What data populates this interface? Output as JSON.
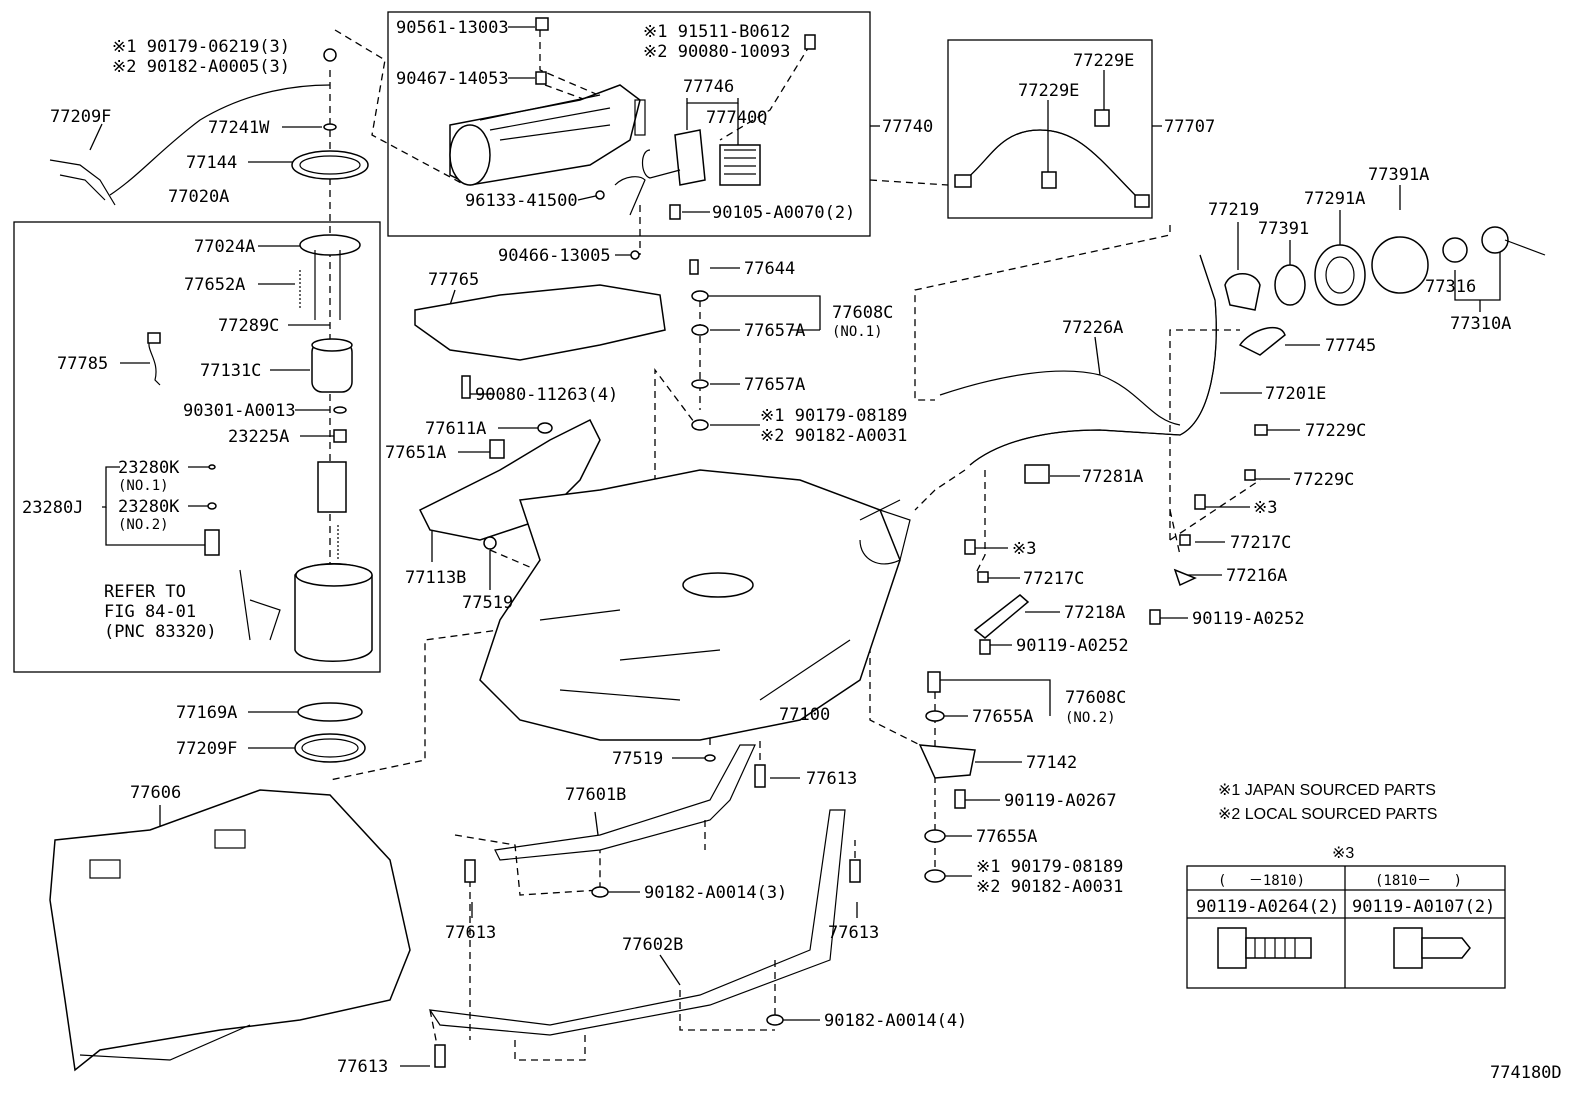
{
  "diagram_id": "774180D",
  "legend": {
    "note1": "※1 JAPAN SOURCED PARTS",
    "note2": "※2 LOCAL SOURCED PARTS",
    "note3_title": "※3",
    "table": {
      "col1_header": "(　 －1810)",
      "col2_header": "(1810－　 )",
      "col1_part": "90119-A0264(2)",
      "col2_part": "90119-A0107(2)"
    }
  },
  "labels": {
    "l_90179_06219": "※1 90179-06219(3)",
    "l_90182_a0005": "※2 90182-A0005(3)",
    "l_77209f_top": "77209F",
    "l_77241w": "77241W",
    "l_77144": "77144",
    "l_77020a": "77020A",
    "l_77024a": "77024A",
    "l_77652a": "77652A",
    "l_77289c": "77289C",
    "l_77785": "77785",
    "l_77131c": "77131C",
    "l_90301": "90301-A0013",
    "l_23225a": "23225A",
    "l_23280k_1": "23280K",
    "l_no1_a": "(NO.1)",
    "l_23280j": "23280J",
    "l_23280k_2": "23280K",
    "l_no2_a": "(NO.2)",
    "l_refer1": "REFER TO",
    "l_refer2": "FIG 84-01",
    "l_refer3": "(PNC 83320)",
    "l_77169a": "77169A",
    "l_77209f_mid": "77209F",
    "l_77606": "77606",
    "l_90561": "90561-13003",
    "l_90467": "90467-14053",
    "l_191511": "※1 91511-B0612",
    "l_290080": "※2 90080-10093",
    "l_77746": "77746",
    "l_77740q": "77740Q",
    "l_77740": "77740",
    "l_96133": "96133-41500",
    "l_90105": "90105-A0070(2)",
    "l_90466": "90466-13005",
    "l_77229e_a": "77229E",
    "l_77229e_b": "77229E",
    "l_77707": "77707",
    "l_77765": "77765",
    "l_90080_11263": "90080-11263(4)",
    "l_77644": "77644",
    "l_77608c_1": "77608C",
    "l_no1_b": "(NO.1)",
    "l_77657a_1": "77657A",
    "l_77657a_2": "77657A",
    "l_90179_08189_a": "※1 90179-08189",
    "l_90182_a0031_a": "※2 90182-A0031",
    "l_77611a": "77611A",
    "l_77651a": "77651A",
    "l_77113b": "77113B",
    "l_77519_a": "77519",
    "l_77100": "77100",
    "l_77519_b": "77519",
    "l_77601b": "77601B",
    "l_77613_a": "77613",
    "l_77613_b": "77613",
    "l_90182_a0014_3": "90182-A0014(3)",
    "l_77602b": "77602B",
    "l_77613_c": "77613",
    "l_90182_a0014_4": "90182-A0014(4)",
    "l_77613_d": "77613",
    "l_77219": "77219",
    "l_77391": "77391",
    "l_77291a": "77291A",
    "l_77391a": "77391A",
    "l_77316": "77316",
    "l_77310a": "77310A",
    "l_77226a": "77226A",
    "l_77745": "77745",
    "l_77201e": "77201E",
    "l_77229c_a": "77229C",
    "l_77281a": "77281A",
    "l_77229c_b": "77229C",
    "l_x3_a": "※3",
    "l_77217c_a": "77217C",
    "l_x3_b": "※3",
    "l_77217c_b": "77217C",
    "l_77216a": "77216A",
    "l_77218a": "77218A",
    "l_90119_a0252_a": "90119-A0252",
    "l_90119_a0252_b": "90119-A0252",
    "l_77608c_2": "77608C",
    "l_no2_b": "(NO.2)",
    "l_77655a_1": "77655A",
    "l_77142": "77142",
    "l_90119_a0267": "90119-A0267",
    "l_77655a_2": "77655A",
    "l_90179_08189_b": "※1 90179-08189",
    "l_90182_a0031_b": "※2 90182-A0031"
  }
}
